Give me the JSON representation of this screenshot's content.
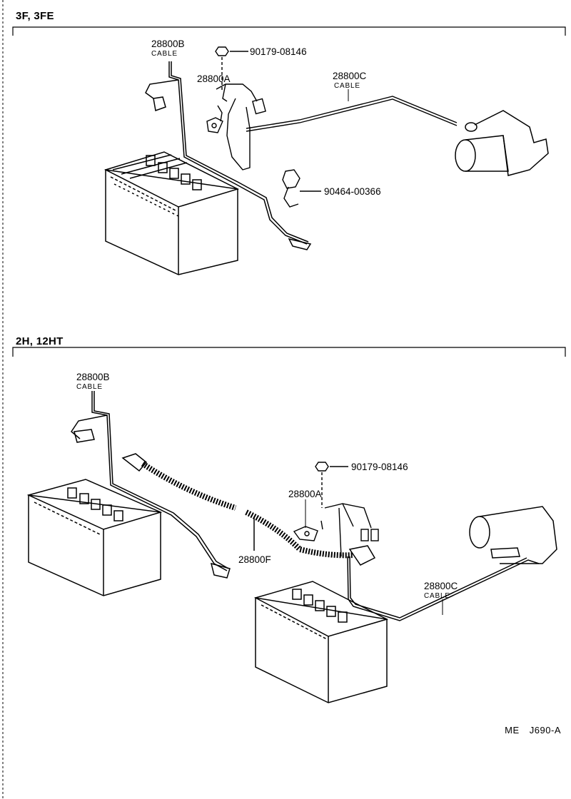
{
  "sections": [
    {
      "title": "3F, 3FE",
      "parts": [
        {
          "number": "28800B",
          "sub": "CABLE"
        },
        {
          "number": "90179-08146",
          "sub": ""
        },
        {
          "number": "28800A",
          "sub": ""
        },
        {
          "number": "28800C",
          "sub": "CABLE"
        },
        {
          "number": "90464-00366",
          "sub": ""
        }
      ]
    },
    {
      "title": "2H, 12HT",
      "parts": [
        {
          "number": "28800B",
          "sub": "CABLE"
        },
        {
          "number": "90179-08146",
          "sub": ""
        },
        {
          "number": "28800A",
          "sub": ""
        },
        {
          "number": "28800F",
          "sub": ""
        },
        {
          "number": "28800C",
          "sub": "CABLE"
        }
      ]
    }
  ],
  "footer": {
    "code1": "ME",
    "code2": "J690-A"
  }
}
